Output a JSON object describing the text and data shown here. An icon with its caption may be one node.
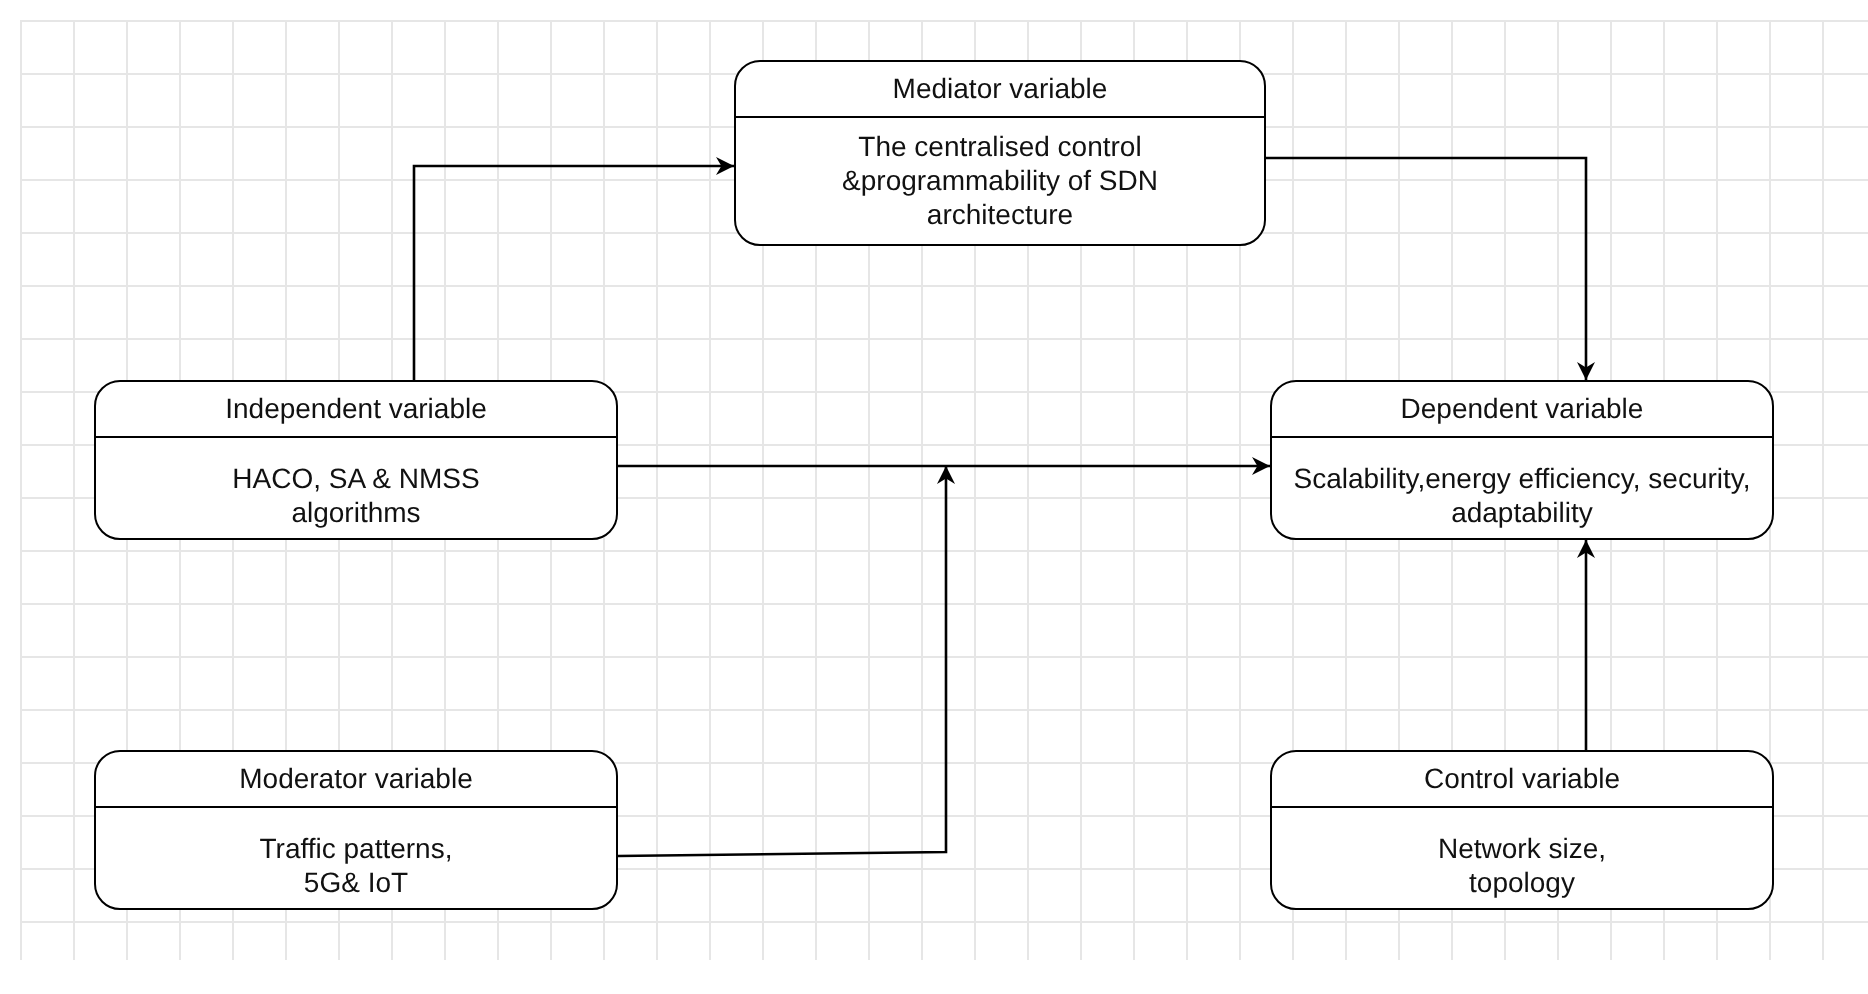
{
  "diagram": {
    "nodes": [
      {
        "text": [
          "Mediator variable",
          "The centralised control &programmability of SDN architecture"
        ]
      },
      {
        "text": [
          "Independent variable",
          "HACO, SA & NMSS algorithms"
        ]
      },
      {
        "text": [
          "Dependent variable",
          "Scalability,energy efficiency, security, adaptability"
        ]
      },
      {
        "text": [
          "Moderator variable",
          "Traffic patterns, 5G& IoT"
        ]
      },
      {
        "text": [
          "Control variable",
          "Network size, topology"
        ]
      }
    ],
    "edges": [
      {
        "from": 1,
        "to": 0,
        "arrow": "to"
      },
      {
        "from": 0,
        "to": 2,
        "arrow": "to"
      },
      {
        "from": 1,
        "to": 2,
        "arrow": "to"
      },
      {
        "from": 3,
        "to": null,
        "arrow": "to"
      },
      {
        "from": 4,
        "to": 2,
        "arrow": "to"
      }
    ]
  }
}
